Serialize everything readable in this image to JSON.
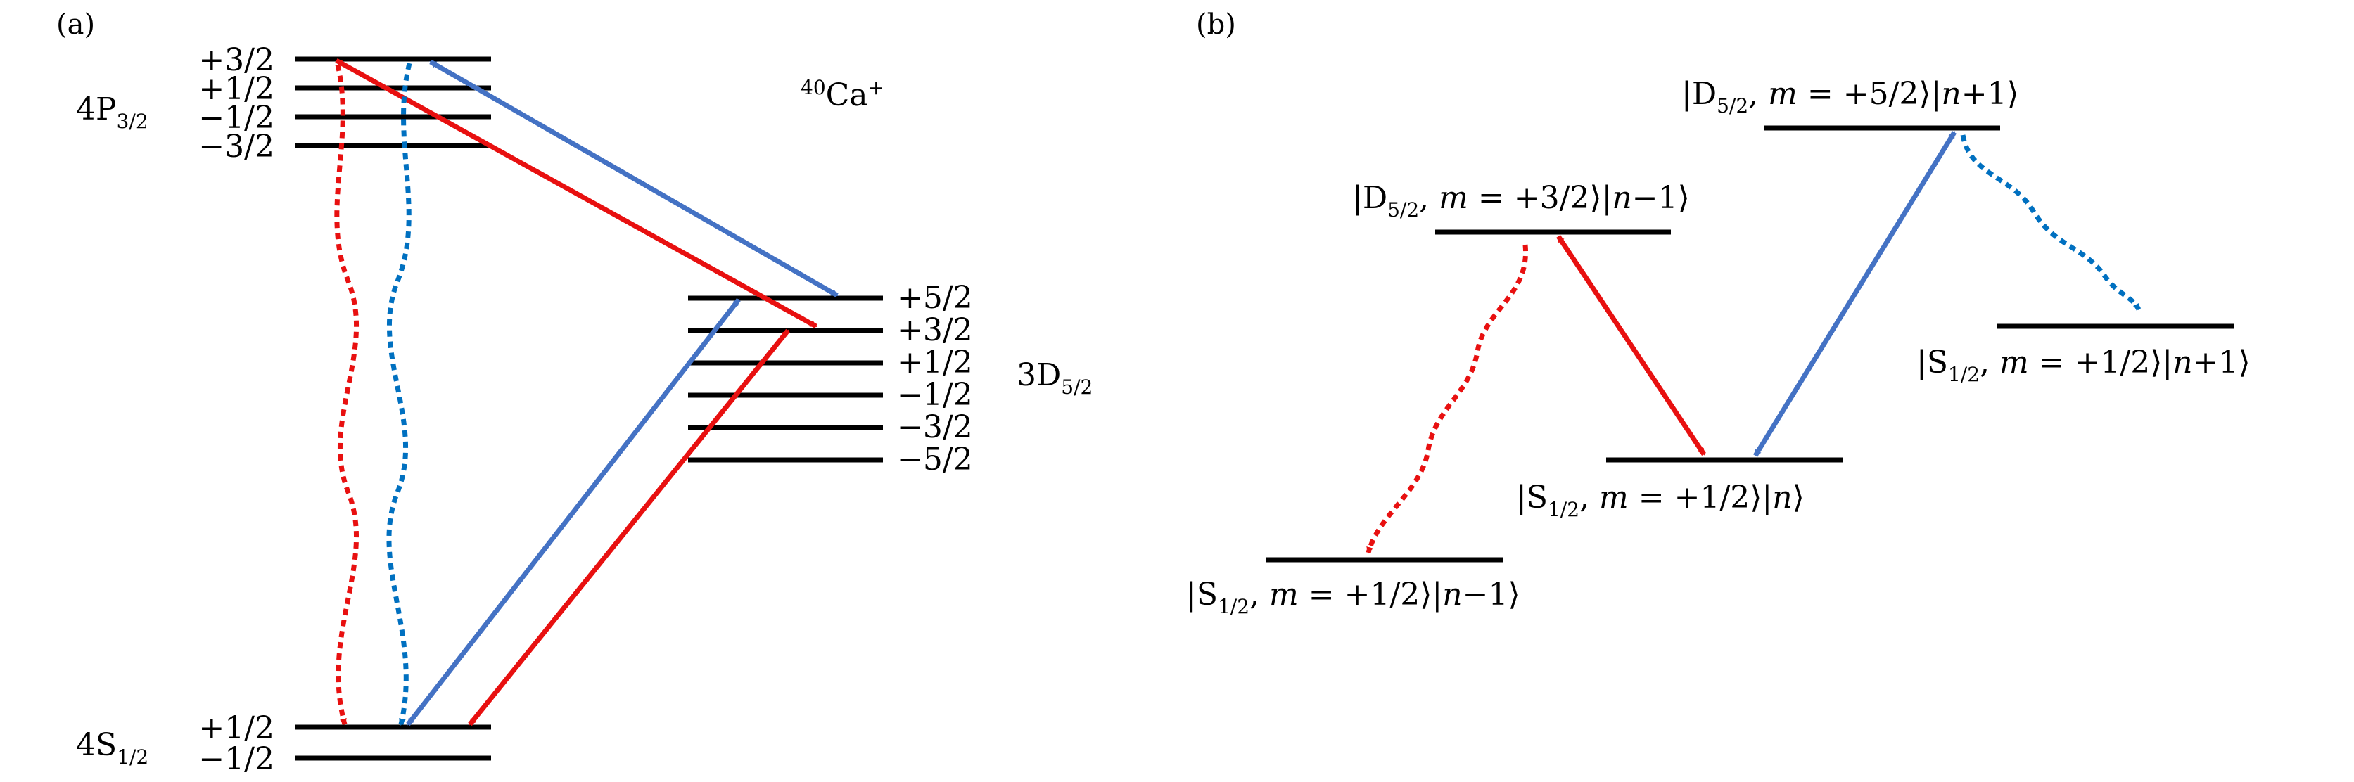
{
  "colors": {
    "red": "#e81010",
    "blue": "#4472c4",
    "blue_dotted": "#0070c0",
    "level": "#000000"
  },
  "panel_a": {
    "label": "(a)",
    "species": {
      "iso": "40",
      "elem": "Ca",
      "charge": "+"
    },
    "P32": {
      "name": "4P",
      "sub": "3/2",
      "m_labels": [
        "+3/2",
        "+1/2",
        "−1/2",
        "−3/2"
      ]
    },
    "D52": {
      "name": "3D",
      "sub": "5/2",
      "m_labels": [
        "+5/2",
        "+3/2",
        "+1/2",
        "−1/2",
        "−3/2",
        "−5/2"
      ]
    },
    "S12": {
      "name": "4S",
      "sub": "1/2",
      "m_labels": [
        "+1/2",
        "−1/2"
      ]
    }
  },
  "panel_b": {
    "label": "(b)",
    "states": {
      "d_minus": {
        "pre": "|D",
        "sub": "5/2",
        "comma": ", ",
        "m": "m",
        "eq": " = +3/2⟩|",
        "n": "n",
        "tail": "−1⟩"
      },
      "d_plus": {
        "pre": "|D",
        "sub": "5/2",
        "comma": ", ",
        "m": "m",
        "eq": " = +5/2⟩|",
        "n": "n",
        "tail": "+1⟩"
      },
      "s_zero": {
        "pre": "|S",
        "sub": "1/2",
        "comma": ", ",
        "m": "m",
        "eq": " = +1/2⟩|",
        "n": "n",
        "tail": "⟩"
      },
      "s_minus": {
        "pre": "|S",
        "sub": "1/2",
        "comma": ", ",
        "m": "m",
        "eq": " = +1/2⟩|",
        "n": "n",
        "tail": "−1⟩"
      },
      "s_plus": {
        "pre": "|S",
        "sub": "1/2",
        "comma": ", ",
        "m": "m",
        "eq": " = +1/2⟩|",
        "n": "n",
        "tail": "+1⟩"
      }
    }
  }
}
